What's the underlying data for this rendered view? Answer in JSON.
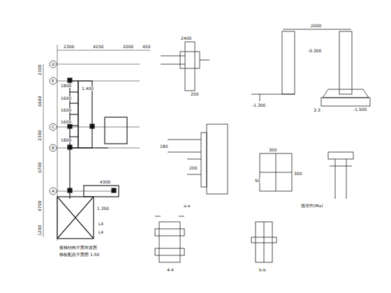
{
  "diagram": {
    "labels": [
      "2300",
      "4250",
      "2000",
      "450",
      "D",
      "E",
      "C",
      "B",
      "A",
      "2300",
      "6600",
      "2300",
      "6700",
      "4700",
      "1200",
      "1800",
      "1600",
      "1600",
      "1600",
      "1800",
      "1.400",
      "4300",
      "1.350",
      "L4",
      "L4",
      "楼梯结构平面布置图",
      "梯板配筋平面图 1:50",
      "2400",
      "200",
      "180",
      "200",
      "a-a",
      "4-4",
      "b-b",
      "3-3",
      "2000",
      "-0.300",
      "-1.300",
      "-1.500",
      "预埋件(Ma)",
      "300",
      "300",
      "50"
    ]
  }
}
